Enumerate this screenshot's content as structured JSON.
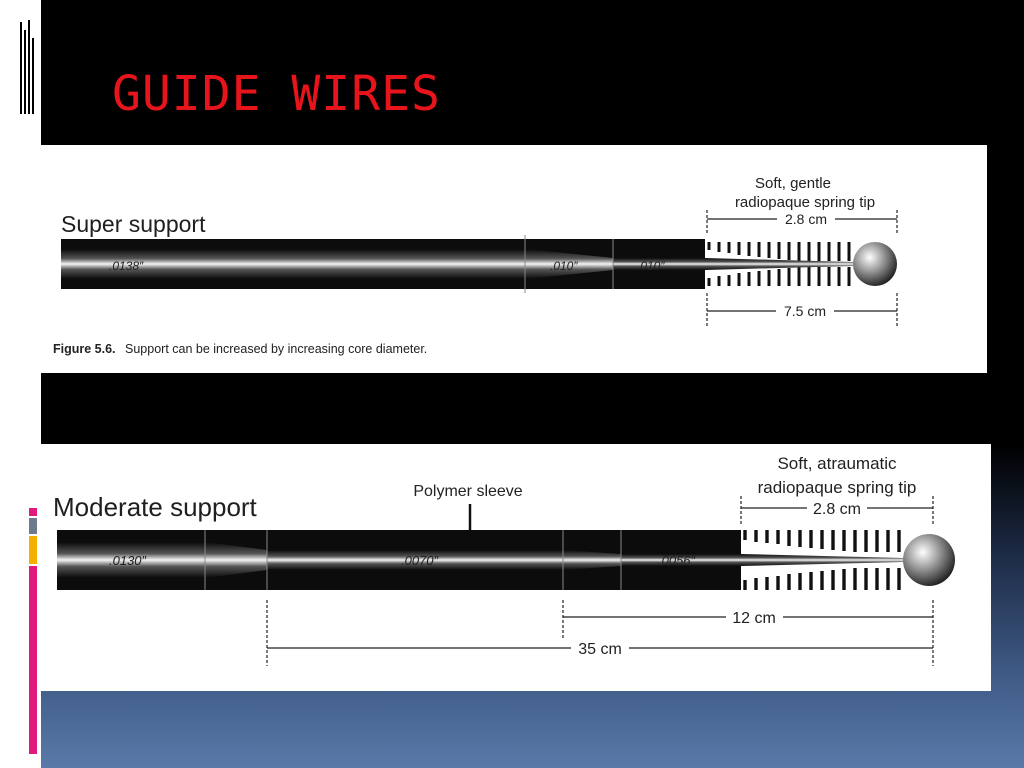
{
  "slide": {
    "title": "GUIDE WIRES",
    "colors": {
      "title": "#e8141b",
      "background": "#000000",
      "footer_gradient_end": "#5a79a8",
      "stripe_pink": "#e0197c",
      "stripe_gray": "#6d7b8c",
      "stripe_yellow": "#f4b000"
    }
  },
  "figures": [
    {
      "id": "super",
      "heading": "Super support",
      "tip_label_line1": "Soft, gentle",
      "tip_label_line2": "radiopaque spring tip",
      "tip_length": "2.8 cm",
      "dims": [
        ".0138″",
        ".010″",
        ".010″"
      ],
      "measurements": [
        "7.5 cm"
      ],
      "caption_bold": "Figure 5.6.",
      "caption_text": "Support can be increased by increasing core diameter."
    },
    {
      "id": "moderate",
      "heading": "Moderate support",
      "sleeve_label": "Polymer sleeve",
      "tip_label_line1": "Soft, atraumatic",
      "tip_label_line2": "radiopaque spring tip",
      "tip_length": "2.8 cm",
      "dims": [
        ".0130″",
        ".0070″",
        ".0056″"
      ],
      "measurements": [
        "12 cm",
        "35 cm"
      ]
    }
  ]
}
